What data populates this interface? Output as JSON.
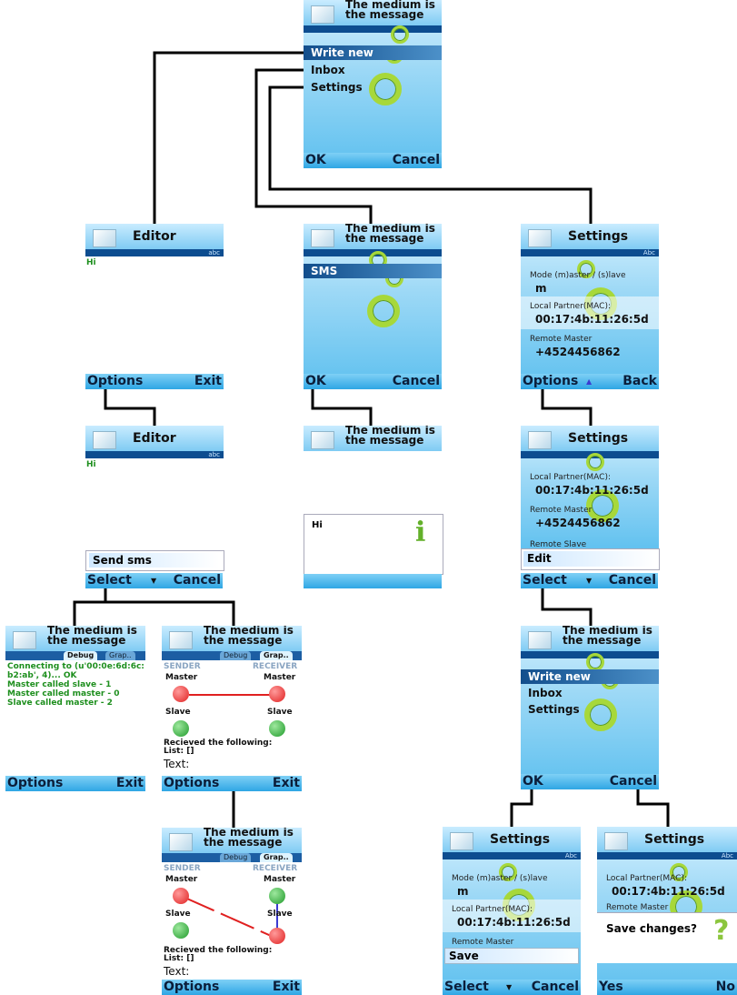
{
  "title_two_line": [
    "The medium is",
    "the message"
  ],
  "main_menu": {
    "items": [
      "Write new",
      "Inbox",
      "Settings"
    ],
    "ok": "OK",
    "cancel": "Cancel"
  },
  "editor": {
    "title": "Editor",
    "indicator": "abc",
    "text": "Hi",
    "options": "Options",
    "exit": "Exit"
  },
  "inbox": {
    "sms": "SMS",
    "ok": "OK",
    "cancel": "Cancel"
  },
  "settings": {
    "title": "Settings",
    "indicator": "Abc",
    "mode_label": "Mode (m)aster / (s)lave",
    "mode_value": "m",
    "local_label": "Local Partner(MAC):",
    "local_value": "00:17:4b:11:26:5d",
    "remote_master_label": "Remote Master",
    "remote_master_value": "+4524456862",
    "remote_slave_label": "Remote Slave",
    "options": "Options",
    "back": "Back",
    "edit": "Edit",
    "select": "Select",
    "cancel": "Cancel",
    "save": "Save",
    "save_changes": "Save changes?",
    "yes": "Yes",
    "no": "No"
  },
  "send": {
    "label": "Send sms",
    "select": "Select",
    "cancel": "Cancel"
  },
  "info_note": {
    "text": "Hi"
  },
  "debug": {
    "tab_debug": "Debug",
    "tab_graph": "Grap..",
    "lines": [
      "Connecting to (u'00:0e:6d:6c:",
      "b2:ab', 4)... OK",
      "Master called slave - 1",
      "Master called master - 0",
      "Slave called master - 2"
    ],
    "options": "Options",
    "exit": "Exit"
  },
  "graph": {
    "sender": "SENDER",
    "receiver": "RECEIVER",
    "master": "Master",
    "slave": "Slave",
    "recv": "Recieved the following:",
    "list": "List: []",
    "text": "Text:",
    "options": "Options",
    "exit": "Exit"
  },
  "colors": {
    "accent_blue": "#2fa6e4",
    "nav_dark_blue": "#0d4d90",
    "ring_green": "#a7d83a",
    "connection_line": "#000000",
    "debug_text": "#1e8f1e"
  }
}
